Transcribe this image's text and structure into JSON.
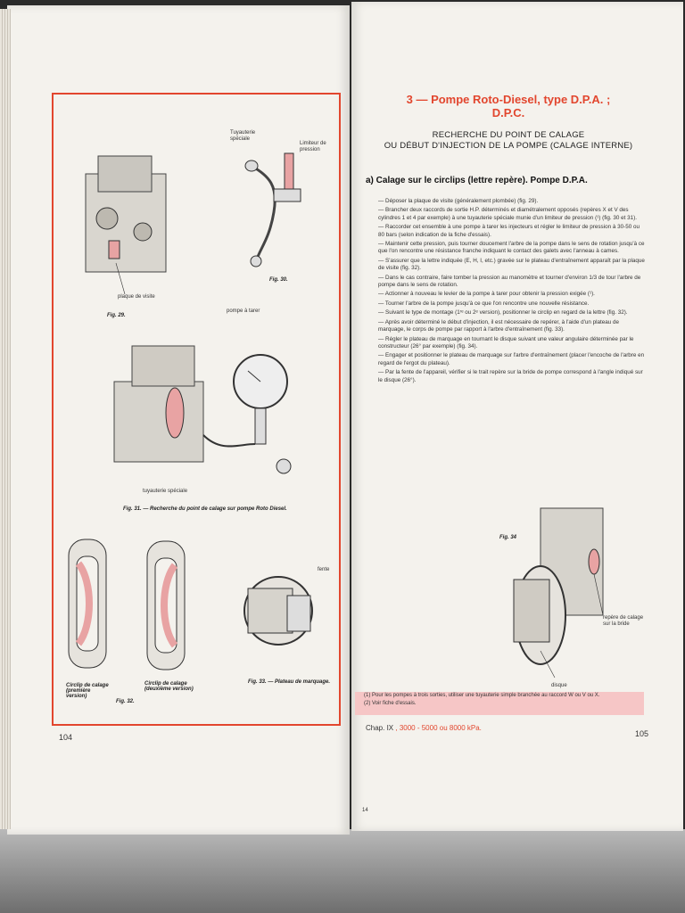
{
  "left_page": {
    "page_number": "104",
    "labels": {
      "tuyauterie_speciale_top": "Tuyauterie spéciale",
      "limiteur": "Limiteur de pression",
      "plaque_de_visite": "plaque de visite",
      "pompe_a_tarer": "pompe à tarer",
      "tuyauterie_speciale_bottom": "tuyauterie spéciale",
      "fente": "fente"
    },
    "captions": {
      "fig29": "Fig. 29.",
      "fig30": "Fig. 30.",
      "fig31": "Fig. 31. — Recherche du point de calage sur pompe Roto Diesel.",
      "fig32": "Fig. 32.",
      "fig33": "Fig. 33. — Plateau de marquage.",
      "circlip1": "Circlip de calage (première version)",
      "circlip2": "Circlip de calage (deuxième version)"
    }
  },
  "right_page": {
    "title": "3 — Pompe Roto-Diesel, type D.P.A. ; D.P.C.",
    "subtitle_line1": "RECHERCHE DU POINT DE CALAGE",
    "subtitle_line2": "OU DÉBUT D'INJECTION DE LA POMPE (CALAGE INTERNE)",
    "section": "a) Calage sur le circlips (lettre repère). Pompe D.P.A.",
    "paragraphs": [
      "— Déposer la plaque de visite (généralement plombée) (fig. 29).",
      "— Brancher deux raccords de sortie H.P. déterminés et diamétralement opposés (repères X et V des cylindres 1 et 4 par exemple) à une tuyauterie spéciale munie d'un limiteur de pression (¹) (fig. 30 et 31).",
      "— Raccorder cet ensemble à une pompe à tarer les injecteurs et régler le limiteur de pression à 30-50 ou 80 bars (selon indication de la fiche d'essais).",
      "— Maintenir cette pression, puis tourner doucement l'arbre de la pompe dans le sens de rotation jusqu'à ce que l'on rencontre une résistance franche indiquant le contact des galets avec l'anneau à cames.",
      "— S'assurer que la lettre indiquée (E, H, I, etc.) gravée sur le plateau d'entraînement apparaît par la plaque de visite (fig. 32).",
      "— Dans le cas contraire, faire tomber la pression au manomètre et tourner d'environ 1/3 de tour l'arbre de pompe dans le sens de rotation.",
      "— Actionner à nouveau le levier de la pompe à tarer pour obtenir la pression exigée (¹).",
      "— Tourner l'arbre de la pompe jusqu'à ce que l'on rencontre une nouvelle résistance.",
      "— Suivant le type de montage (1ʳᵉ ou 2ᵉ version), positionner le circlip en regard de la lettre (fig. 32).",
      "— Après avoir déterminé le début d'injection, il est nécessaire de repérer, à l'aide d'un plateau de marquage, le corps de pompe par rapport à l'arbre d'entraînement (fig. 33).",
      "— Régler le plateau de marquage en tournant le disque suivant une valeur angulaire déterminée par le constructeur (26° par exemple) (fig. 34).",
      "— Engager et positionner le plateau de marquage sur l'arbre d'entraînement (placer l'encoche de l'arbre en regard de l'ergot du plateau).",
      "— Par la fente de l'appareil, vérifier si le trait repère sur la bride de pompe correspond à l'angle indiqué sur le disque (26°)."
    ],
    "fig34": "Fig. 34",
    "label_repere": "repère de calage sur la bride",
    "label_disque": "disque",
    "footnote1": "(1) Pour les pompes à trois sorties, utiliser une tuyauterie simple branchée au raccord W ou V ou X.",
    "footnote2": "(2) Voir fiche d'essais.",
    "chap": "Chap. IX",
    "chap_note": ", 3000 - 5000 ou 8000 kPa.",
    "page_number": "105",
    "small_mark": "14"
  },
  "colors": {
    "accent": "#e2462e",
    "highlight": "#f6c6c6",
    "paper": "#f4f2ed"
  }
}
